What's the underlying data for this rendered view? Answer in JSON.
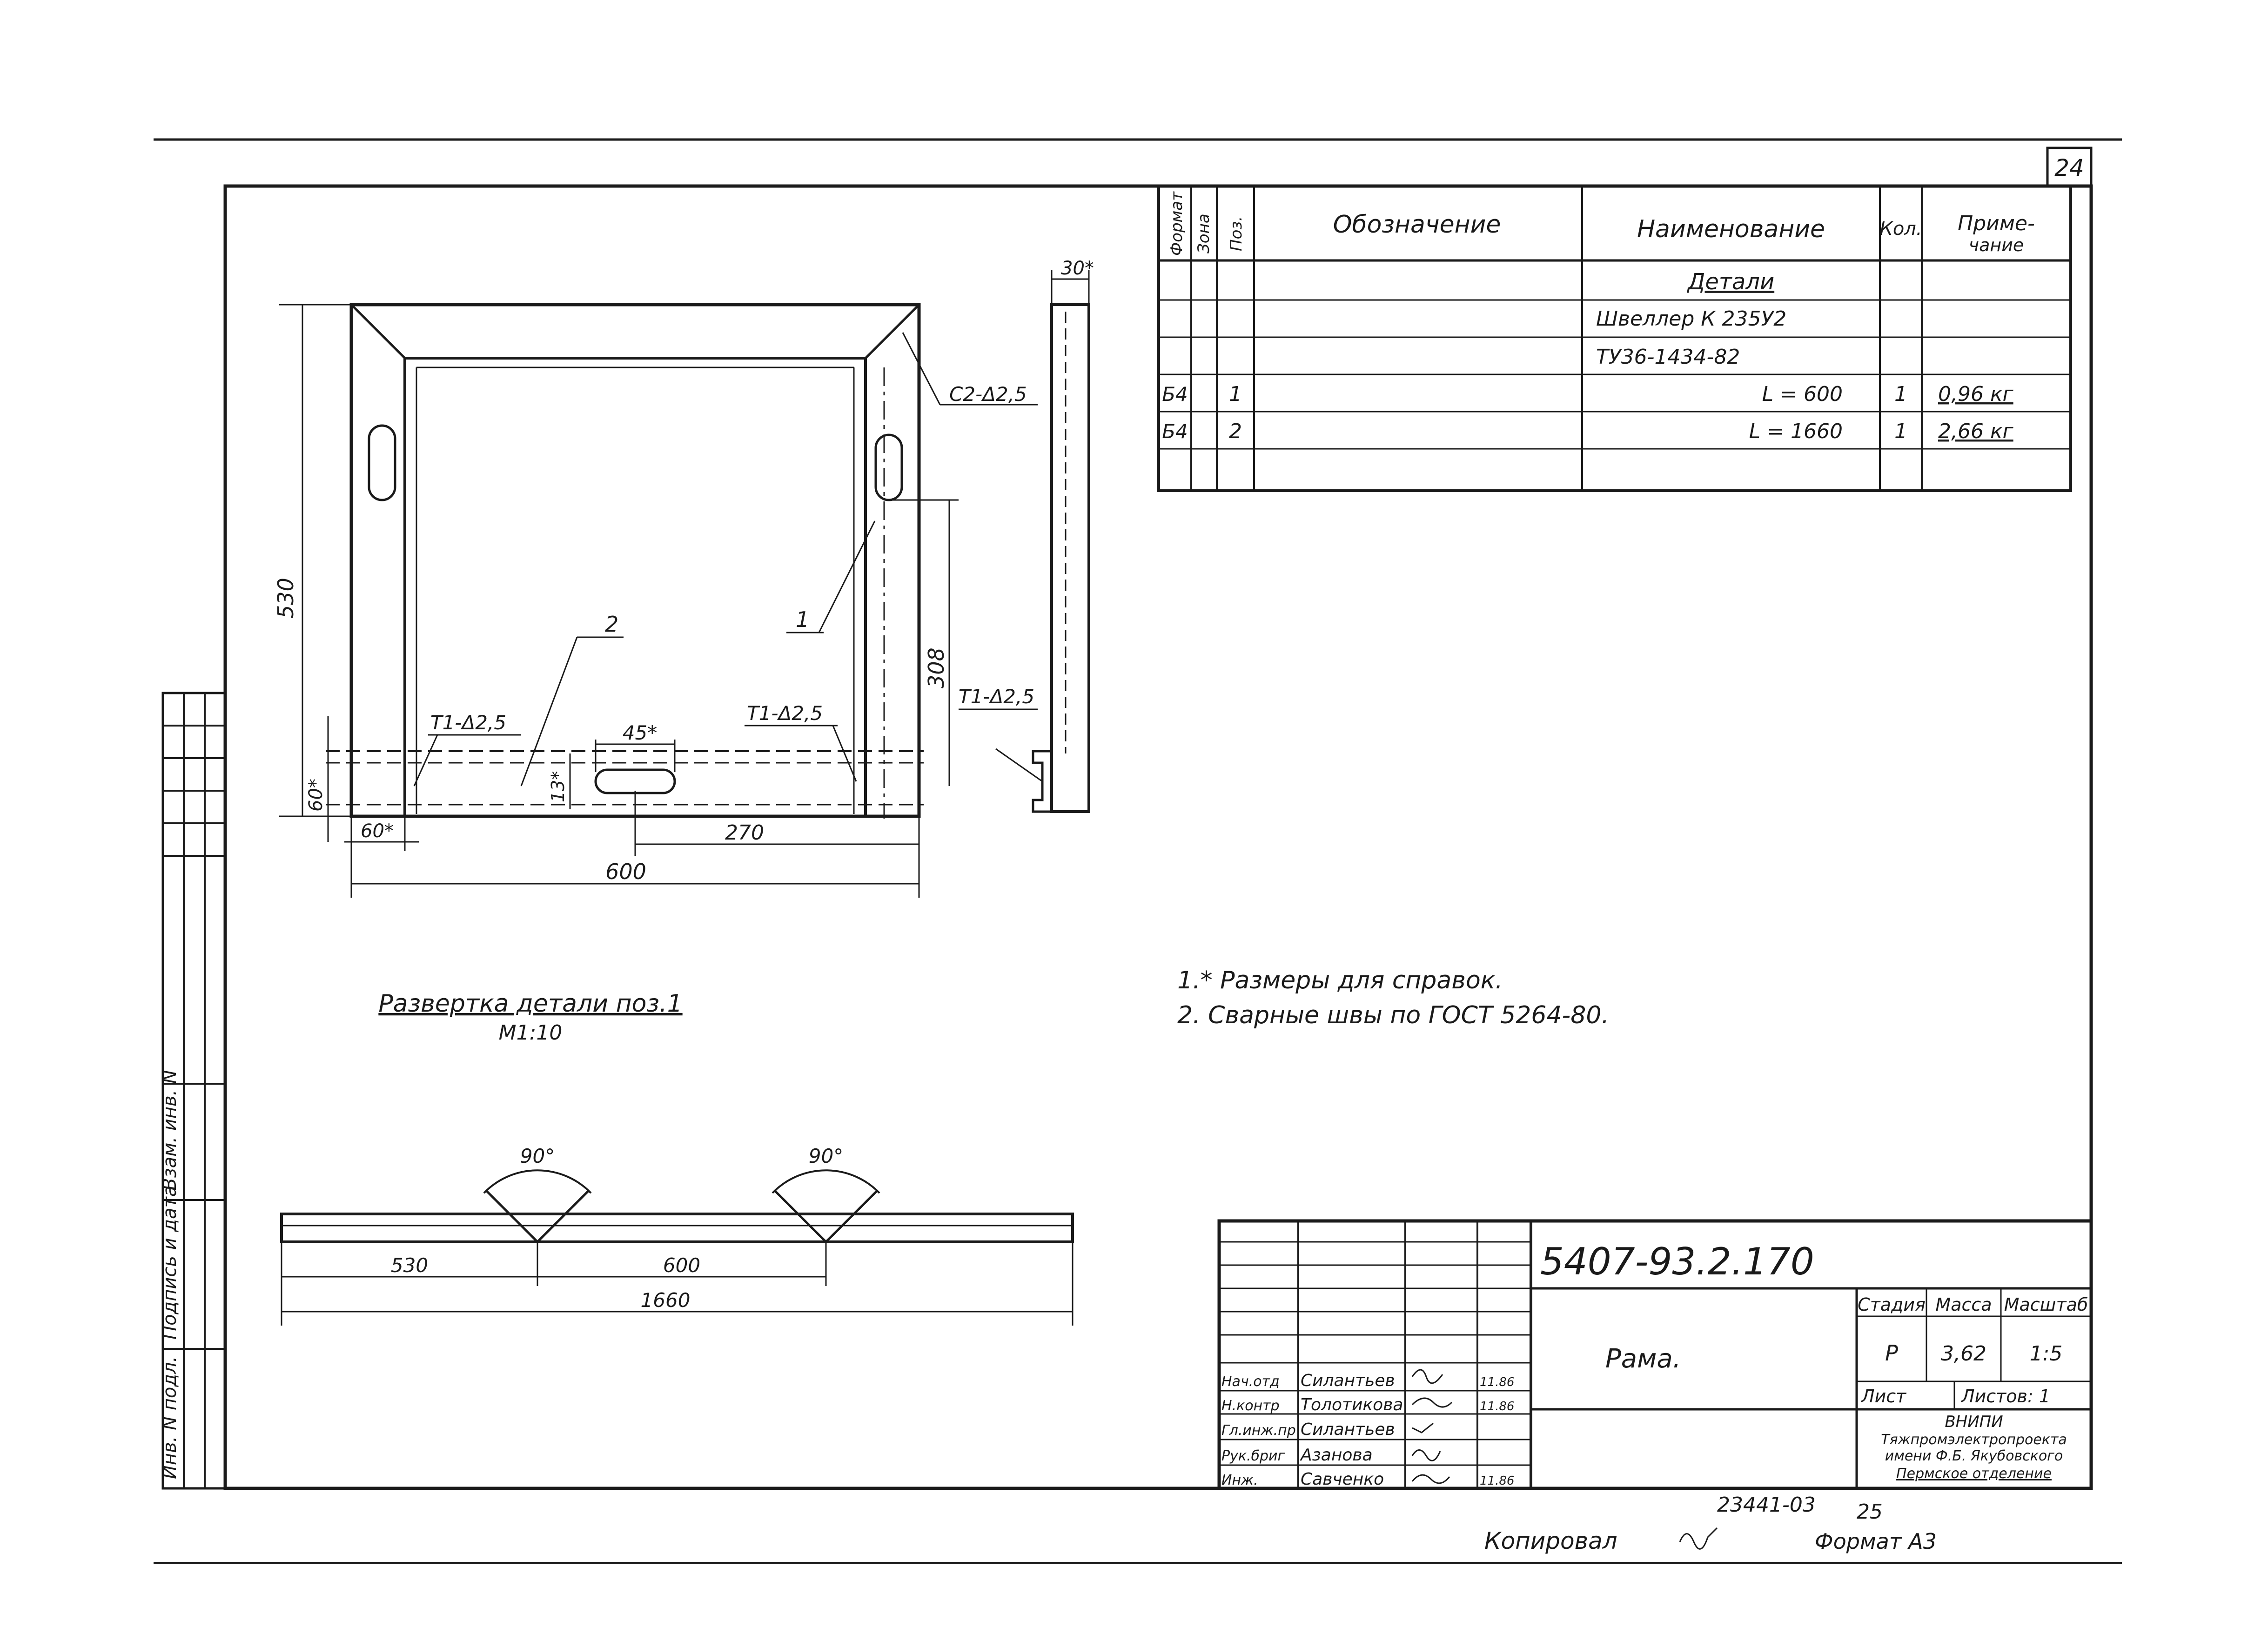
{
  "sheet_number": "24",
  "spec_table": {
    "headers": {
      "format": "Формат",
      "zone": "Зона",
      "pos": "Поз.",
      "designation": "Обозначение",
      "name": "Наименование",
      "qty": "Кол.",
      "note_line1": "Приме-",
      "note_line2": "чание"
    },
    "section_title": "Детали",
    "rows": [
      {
        "format": "",
        "zone": "",
        "pos": "",
        "designation": "",
        "name": "Швеллер К 235У2",
        "qty": "",
        "note": ""
      },
      {
        "format": "",
        "zone": "",
        "pos": "",
        "designation": "",
        "name": "ТУ36-1434-82",
        "qty": "",
        "note": ""
      },
      {
        "format": "Б4",
        "zone": "",
        "pos": "1",
        "designation": "",
        "name": "L = 600",
        "qty": "1",
        "note": "0,96 кг"
      },
      {
        "format": "Б4",
        "zone": "",
        "pos": "2",
        "designation": "",
        "name": "L = 1660",
        "qty": "1",
        "note": "2,66 кг"
      }
    ]
  },
  "front_view": {
    "dim_height": "530",
    "dim_308": "308",
    "dim_width": "600",
    "dim_270": "270",
    "dim_45": "45*",
    "dim_13": "13*",
    "dim_60_vert": "60*",
    "dim_60_horiz": "60*",
    "weld_corner": "С2-Δ2,5",
    "weld_left": "Т1-Δ2,5",
    "weld_right": "Т1-Δ2,5",
    "pos1": "1",
    "pos2": "2"
  },
  "side_view": {
    "dim_30": "30*",
    "weld": "Т1-Δ2,5"
  },
  "development": {
    "title": "Развертка детали поз.1",
    "scale": "М1:10",
    "angle1": "90°",
    "angle2": "90°",
    "dim_530": "530",
    "dim_600": "600",
    "dim_1660": "1660"
  },
  "notes": [
    "1.* Размеры для справок.",
    "2. Сварные швы по ГОСТ 5264-80."
  ],
  "side_stamp": {
    "labels": [
      "Инв. N подл.",
      "Подпись и дата",
      "Взам. инв. N"
    ]
  },
  "title_block": {
    "designation": "5407-93.2.170",
    "part_name": "Рама.",
    "stage_label": "Стадия",
    "mass_label": "Масса",
    "scale_label": "Масштаб",
    "stage": "Р",
    "mass": "3,62",
    "scale": "1:5",
    "sheet_label": "Лист",
    "sheets_label": "Листов: 1",
    "org_lines": [
      "ВНИПИ",
      "Тяжпромэлектропроекта",
      "имени Ф.Б. Якубовского",
      "Пермское отделение"
    ],
    "signatures": [
      {
        "role": "Нач.отд",
        "name": "Силантьев",
        "date": "11.86"
      },
      {
        "role": "Н.контр",
        "name": "Толотикова",
        "date": "11.86"
      },
      {
        "role": "Гл.инж.пр",
        "name": "Силантьев",
        "date": ""
      },
      {
        "role": "Рук.бриг",
        "name": "Азанова",
        "date": ""
      },
      {
        "role": "Инж.",
        "name": "Савченко",
        "date": "11.86"
      }
    ]
  },
  "below_frame": {
    "doc_number": "23441-03",
    "page": "25",
    "copied_by": "Копировал",
    "format": "Формат А3"
  }
}
